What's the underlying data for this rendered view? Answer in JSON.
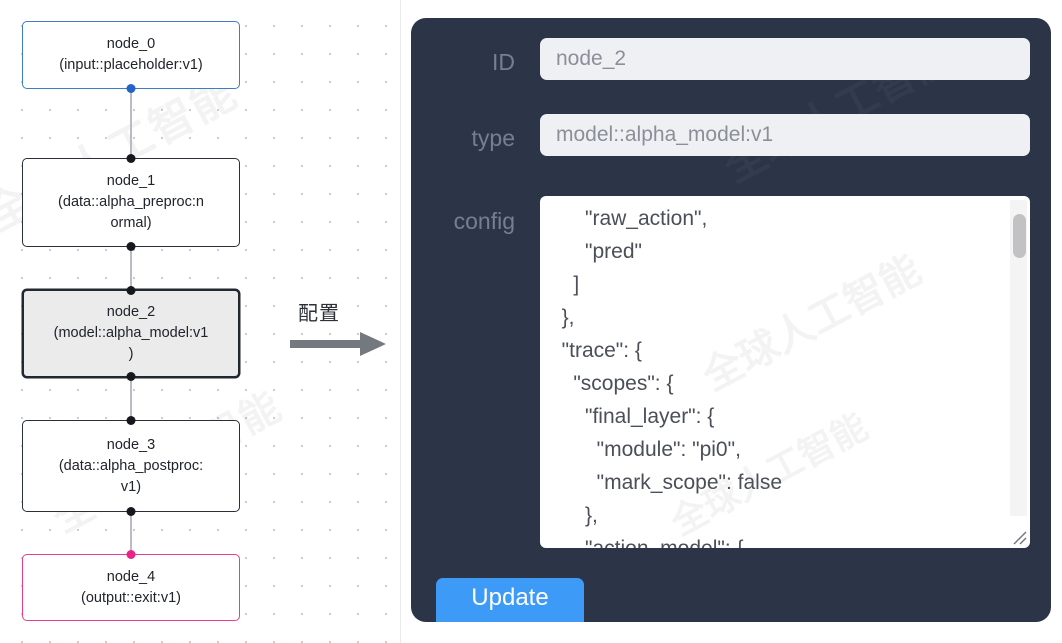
{
  "graph": {
    "name": "pipeline-graph-canvas",
    "nodes": [
      {
        "id": "node_0",
        "label": "node_0\n(input::placeholder:v1)",
        "kind": "input",
        "selected": false
      },
      {
        "id": "node_1",
        "label": "node_1\n(data::alpha_preproc:n\normal)",
        "kind": "default",
        "selected": false
      },
      {
        "id": "node_2",
        "label": "node_2\n(model::alpha_model:v1\n)",
        "kind": "default",
        "selected": true
      },
      {
        "id": "node_3",
        "label": "node_3\n(data::alpha_postproc:\nv1)",
        "kind": "default",
        "selected": false
      },
      {
        "id": "node_4",
        "label": "node_4\n(output::exit:v1)",
        "kind": "output",
        "selected": false
      }
    ],
    "colors": {
      "input_border": "#3f7cc4",
      "output_border": "#e83e8c",
      "default_border": "#2a2f3a",
      "selected_fill": "#ebebeb",
      "edge": "#b9bcc2"
    }
  },
  "annotation": {
    "arrow_label": "配置",
    "arrow_color": "#6b7078"
  },
  "panel": {
    "name": "node-config-panel",
    "background": "#2c3547",
    "fields": {
      "id": {
        "label": "ID",
        "value": "node_2"
      },
      "type": {
        "label": "type",
        "value": "model::alpha_model:v1"
      },
      "config": {
        "label": "config",
        "value": "      \"raw_action\",\n      \"pred\"\n    ]\n  },\n  \"trace\": {\n    \"scopes\": {\n      \"final_layer\": {\n        \"module\": \"pi0\",\n        \"mark_scope\": false\n      },\n      \"action_model\": {"
      }
    },
    "update_button": {
      "label": "Update",
      "color": "#3d9bf7"
    }
  },
  "watermark": {
    "text": "全球人工智能"
  }
}
